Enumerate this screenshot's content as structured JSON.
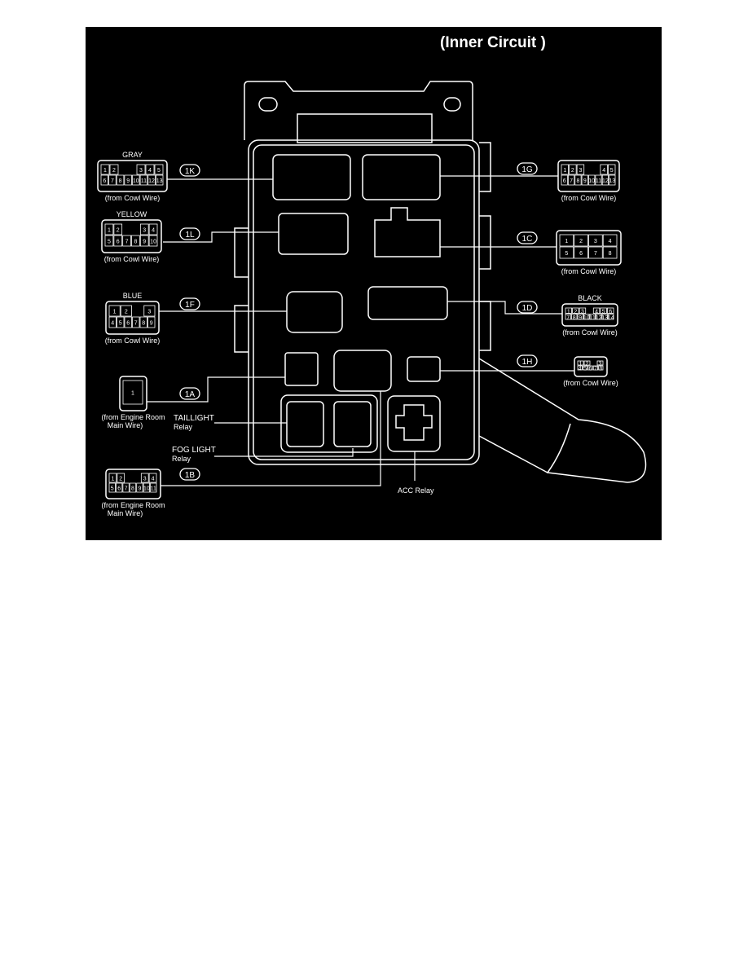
{
  "title": "(Inner Circuit )",
  "colors": {
    "background": "#000000",
    "line": "#ffffff"
  },
  "connectors": [
    {
      "id": "1K",
      "color": "GRAY",
      "caption": [
        "(from Cowl Wire)"
      ],
      "pins": [
        [
          "1",
          "2",
          "",
          "",
          "3",
          "4",
          "5"
        ],
        [
          "6",
          "7",
          "8",
          "9",
          "10",
          "11",
          "12",
          "13"
        ]
      ]
    },
    {
      "id": "1L",
      "color": "YELLOW",
      "caption": [
        "(from Cowl Wire)"
      ],
      "pins": [
        [
          "1",
          "2",
          "",
          "",
          "3",
          "4"
        ],
        [
          "5",
          "6",
          "7",
          "8",
          "9",
          "10"
        ]
      ]
    },
    {
      "id": "1F",
      "color": "BLUE",
      "caption": [
        "(from Cowl Wire)"
      ],
      "pins": [
        [
          "1",
          "2",
          "",
          "3"
        ],
        [
          "4",
          "5",
          "6",
          "7",
          "8",
          "9"
        ]
      ]
    },
    {
      "id": "1A",
      "color": "",
      "caption": [
        "(from Engine Room",
        "Main Wire)"
      ],
      "pins": [
        [
          "1"
        ]
      ]
    },
    {
      "id": "1B",
      "color": "",
      "caption": [
        "(from Engine Room",
        "Main Wire)"
      ],
      "pins": [
        [
          "1",
          "2",
          "",
          "",
          "3",
          "4"
        ],
        [
          "5",
          "6",
          "7",
          "8",
          "9",
          "10",
          "11"
        ]
      ]
    },
    {
      "id": "1G",
      "color": "",
      "caption": [
        "(from Cowl Wire)"
      ],
      "pins": [
        [
          "1",
          "2",
          "3",
          "",
          "",
          "4",
          "5"
        ],
        [
          "6",
          "7",
          "8",
          "9",
          "10",
          "11",
          "12",
          "13"
        ]
      ]
    },
    {
      "id": "1C",
      "color": "",
      "caption": [
        "(from Cowl Wire)"
      ],
      "pins": [
        [
          "1",
          "2",
          "3",
          "4"
        ],
        [
          "5",
          "6",
          "7",
          "8"
        ]
      ]
    },
    {
      "id": "1D",
      "color": "BLACK",
      "caption": [
        "(from Cowl Wire)"
      ],
      "pins": [
        [
          "1",
          "2",
          "3",
          "",
          "4",
          "5",
          "6"
        ],
        [
          "7",
          "8",
          "9",
          "10",
          "11",
          "12",
          "13",
          "14"
        ]
      ]
    },
    {
      "id": "1H",
      "color": "",
      "caption": [
        "(from Cowl Wire)"
      ],
      "pins": [
        [
          "1",
          "2",
          "",
          "3"
        ],
        [
          "4",
          "5",
          "6",
          "7",
          "8"
        ]
      ]
    }
  ],
  "relays": {
    "taillight": [
      "TAILLIGHT",
      "Relay"
    ],
    "fog_light": [
      "FOG LIGHT",
      "Relay"
    ],
    "acc": "ACC Relay"
  }
}
